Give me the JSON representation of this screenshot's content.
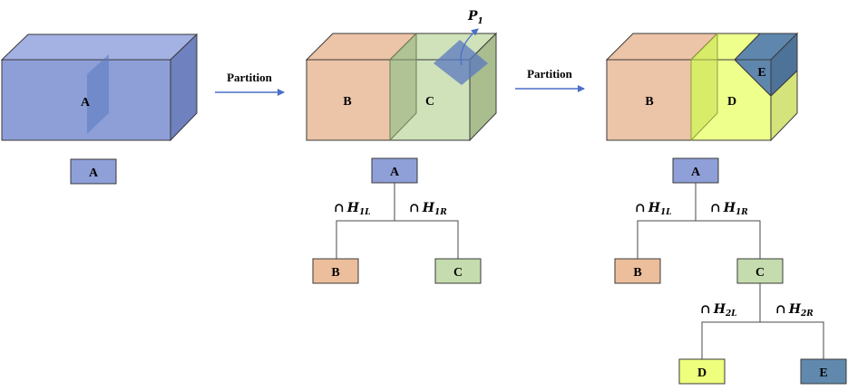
{
  "colors": {
    "blue_front": "#8e9fd8",
    "blue_top": "#a3b1e3",
    "blue_side": "#6f81bf",
    "orange": "#ecc4a7",
    "green_c": "#cfe2ba",
    "green_side": "#a9bd8f",
    "yellow_d": "#eeff8c",
    "yellow_side": "#d4e47a",
    "steel_e": "#5f87ae",
    "plane": "#5a78bf",
    "arrow": "#4a6ec9",
    "node_a": "#8f9fd8",
    "node_b": "#ecbe9c",
    "node_c": "#c5dcae",
    "node_d": "#eeff7e",
    "node_e": "#6089ad"
  },
  "cubes": {
    "cube1": {
      "label_a": "A"
    },
    "cube2": {
      "label_b": "B",
      "label_c": "C",
      "plane_label": "P",
      "plane_label_sub": "1"
    },
    "cube3": {
      "label_b": "B",
      "label_d": "D",
      "label_e": "E"
    }
  },
  "arrows": {
    "first": "Partition",
    "second": "Partition"
  },
  "tree1": {
    "root": "A"
  },
  "tree2": {
    "root": "A",
    "left_child": "B",
    "right_child": "C",
    "left_edge": {
      "cap": "∩",
      "var": "H",
      "sub": "1L"
    },
    "right_edge": {
      "cap": "∩",
      "var": "H",
      "sub": "1R"
    }
  },
  "tree3": {
    "root": "A",
    "left_child": "B",
    "right_child": "C",
    "grand_left": "D",
    "grand_right": "E",
    "left_edge": {
      "cap": "∩",
      "var": "H",
      "sub": "1L"
    },
    "right_edge": {
      "cap": "∩",
      "var": "H",
      "sub": "1R"
    },
    "grand_left_edge": {
      "cap": "∩",
      "var": "H",
      "sub": "2L"
    },
    "grand_right_edge": {
      "cap": "∩",
      "var": "H",
      "sub": "2R"
    }
  }
}
